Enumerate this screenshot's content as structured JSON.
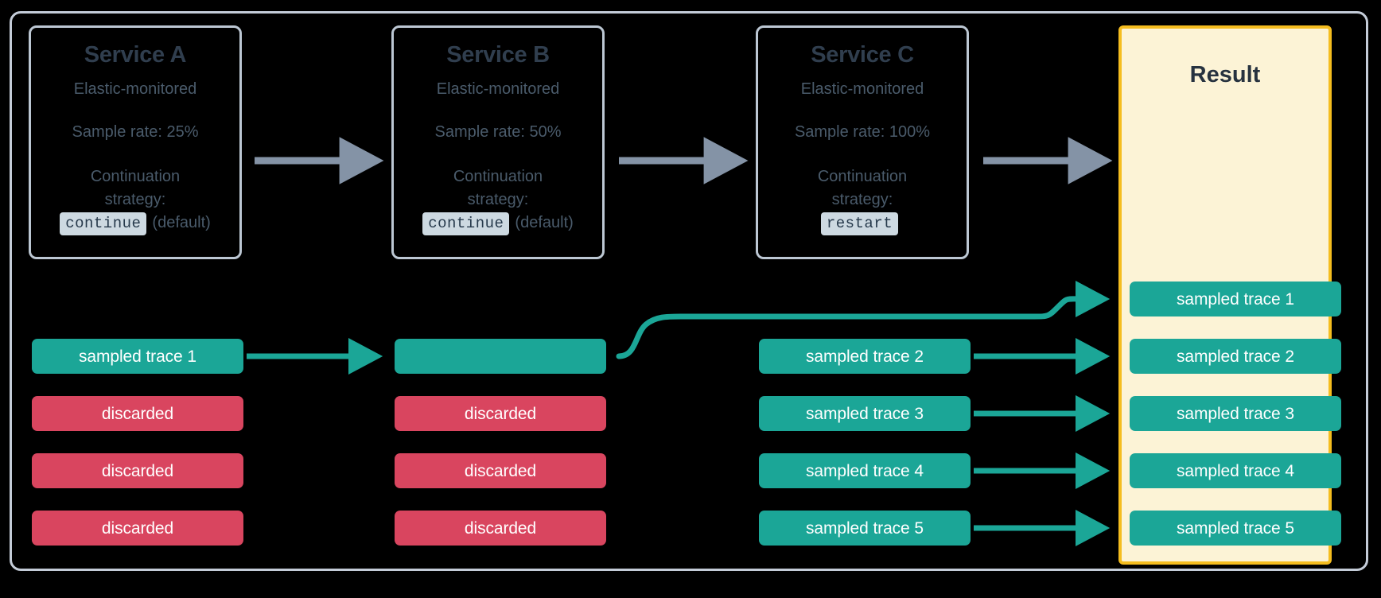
{
  "diagram": {
    "title": "Distributed tracing sampling continuation strategy",
    "colors": {
      "background": "#000000",
      "frame_border": "#c4ccd8",
      "service_border": "#bcc7d3",
      "service_title_text": "#303e4e",
      "service_body_text": "#4a5b6b",
      "code_badge_bg": "#cdd9e1",
      "code_badge_text": "#26394b",
      "result_border": "#f5bd1f",
      "result_bg": "#fcf3d6",
      "result_title_text": "#27323f",
      "sampled_green": "#1ba697",
      "discarded_red": "#d9455f",
      "gray_arrow": "#8493a6"
    }
  },
  "services": [
    {
      "id": "service-a",
      "title": "Service A",
      "subtitle": "Elastic-monitored",
      "sample_rate": "Sample rate: 25%",
      "strategy_label_line1": "Continuation",
      "strategy_label_line2": "strategy:",
      "strategy_code": "continue",
      "strategy_note": "(default)"
    },
    {
      "id": "service-b",
      "title": "Service B",
      "subtitle": "Elastic-monitored",
      "sample_rate": "Sample rate: 50%",
      "strategy_label_line1": "Continuation",
      "strategy_label_line2": "strategy:",
      "strategy_code": "continue",
      "strategy_note": "(default)"
    },
    {
      "id": "service-c",
      "title": "Service C",
      "subtitle": "Elastic-monitored",
      "sample_rate": "Sample rate: 100%",
      "strategy_label_line1": "Continuation",
      "strategy_label_line2": "strategy:",
      "strategy_code": "restart",
      "strategy_note": ""
    }
  ],
  "result": {
    "title": "Result"
  },
  "columns": {
    "service_a_traces": [
      {
        "label": "sampled trace 1",
        "state": "sampled"
      },
      {
        "label": "discarded",
        "state": "discarded"
      },
      {
        "label": "discarded",
        "state": "discarded"
      },
      {
        "label": "discarded",
        "state": "discarded"
      }
    ],
    "service_b_traces": [
      {
        "label": "",
        "state": "sampled"
      },
      {
        "label": "discarded",
        "state": "discarded"
      },
      {
        "label": "discarded",
        "state": "discarded"
      },
      {
        "label": "discarded",
        "state": "discarded"
      }
    ],
    "service_c_traces": [
      {
        "label": "sampled trace 2",
        "state": "sampled"
      },
      {
        "label": "sampled trace 3",
        "state": "sampled"
      },
      {
        "label": "sampled trace 4",
        "state": "sampled"
      },
      {
        "label": "sampled trace 5",
        "state": "sampled"
      }
    ],
    "result_traces": [
      {
        "label": "sampled trace 1",
        "state": "sampled"
      },
      {
        "label": "sampled trace 2",
        "state": "sampled"
      },
      {
        "label": "sampled trace 3",
        "state": "sampled"
      },
      {
        "label": "sampled trace 4",
        "state": "sampled"
      },
      {
        "label": "sampled trace 5",
        "state": "sampled"
      }
    ]
  },
  "connectors": {
    "gray_flow_arrows": 3,
    "green_trace_arrows": 5
  }
}
